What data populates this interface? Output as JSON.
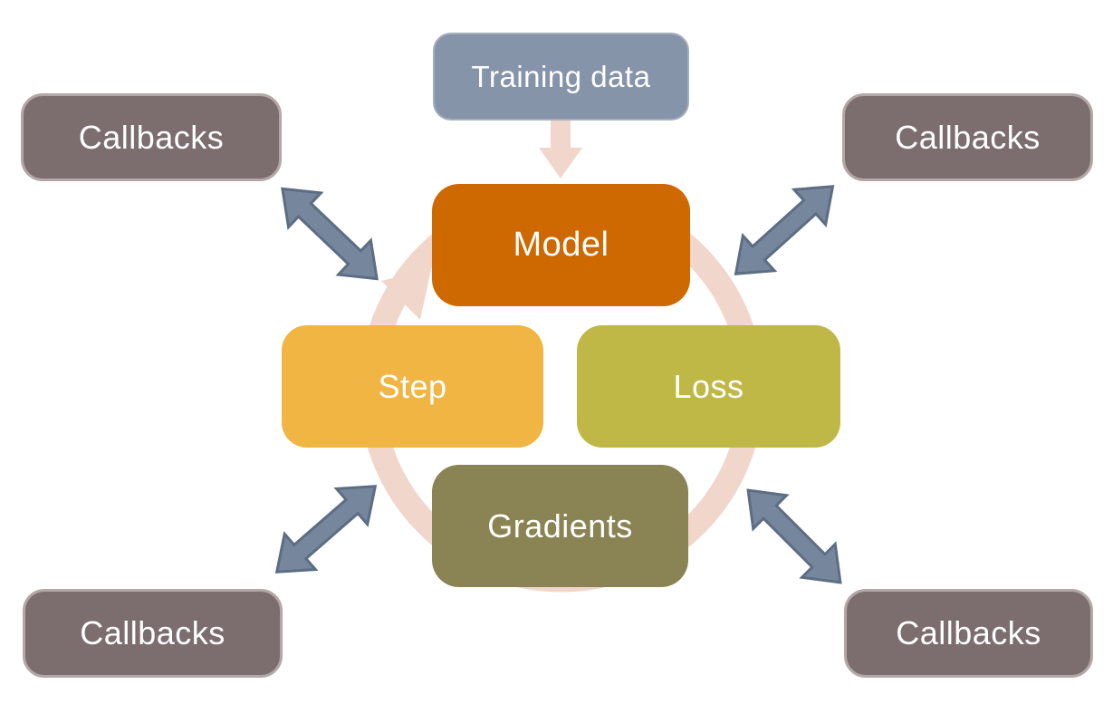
{
  "diagram": {
    "input": {
      "label": "Training data",
      "color": "#8694A9"
    },
    "flow_arrow": {
      "from": "Training data",
      "to": "Model",
      "color": "#F0D6CB"
    },
    "cycle": {
      "direction": "clockwise",
      "ring_color": "#F0D6CB",
      "nodes": [
        {
          "id": "model",
          "label": "Model",
          "color": "#CE6800"
        },
        {
          "id": "loss",
          "label": "Loss",
          "color": "#C0B846"
        },
        {
          "id": "gradients",
          "label": "Gradients",
          "color": "#8A8353"
        },
        {
          "id": "step",
          "label": "Step",
          "color": "#F0B543"
        }
      ]
    },
    "callbacks_color": "#7C6E6F",
    "connector_color": "#76879D",
    "callbacks": [
      {
        "position": "top-left",
        "label": "Callbacks"
      },
      {
        "position": "top-right",
        "label": "Callbacks"
      },
      {
        "position": "bottom-left",
        "label": "Callbacks"
      },
      {
        "position": "bottom-right",
        "label": "Callbacks"
      }
    ]
  }
}
